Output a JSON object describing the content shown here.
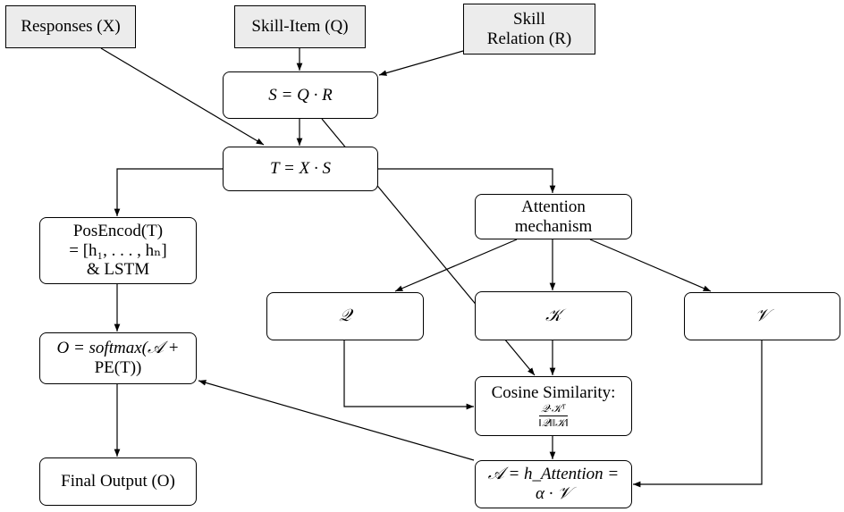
{
  "inputs": {
    "responses": "Responses (X)",
    "skill_item": "Skill-Item (Q)",
    "skill_relation_line1": "Skill",
    "skill_relation_line2": "Relation (R)"
  },
  "nodes": {
    "s_eq": "S = Q · R",
    "t_eq": "T = X · S",
    "attention_line1": "Attention",
    "attention_line2": "mechanism",
    "posencod_line1": "PosEncod(T)",
    "posencod_line2": "= [h₁, . . . , hₙ]",
    "posencod_line3": "& LSTM",
    "query": "𝒬",
    "key": "𝒦",
    "value": "𝒱",
    "output_line1": "O = softmax(𝒜 +",
    "output_line2": "PE(T))",
    "cosine_title": "Cosine Similarity:",
    "cosine_num": "𝒬·𝒦ᵀ",
    "cosine_den": "‖𝒬‖‖𝒦‖",
    "hatt_line1": "𝒜 = h_Attention =",
    "hatt_line2": "α · 𝒱",
    "final_output": "Final Output (O)"
  }
}
